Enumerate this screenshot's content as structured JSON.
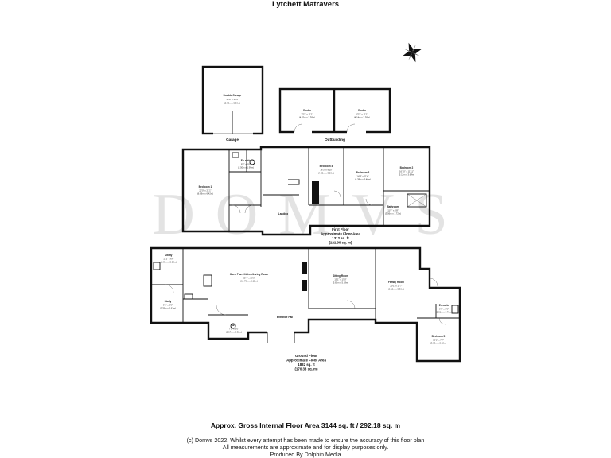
{
  "title": "Lytchett Matravers",
  "watermark": "DOMVS",
  "compass_icon": "compass-icon",
  "first_floor": {
    "label": "First Floor",
    "area_title": "Approximate Floor Area",
    "area_sqft": "1312 sq. ft",
    "area_sqm": "(121.90 sq. m)"
  },
  "ground_floor": {
    "label": "Ground Floor",
    "area_title": "Approximate Floor Area",
    "area_sqft": "1832 sq. ft",
    "area_sqm": "(170.33 sq. m)"
  },
  "buildings": {
    "garage_label": "Garage",
    "outbuilding_label": "Outbuilding"
  },
  "rooms": {
    "double_garage": {
      "name": "Double Garage",
      "dim1": "19'8\" x 19'4\"",
      "dim2": "(5.98m x 5.90m)"
    },
    "studio_1": {
      "name": "Studio",
      "dim1": "13'2\" x 11'1\"",
      "dim2": "(4.02m x 3.38m)"
    },
    "studio_2": {
      "name": "Studio",
      "dim1": "13'7\" x 11'1\"",
      "dim2": "(4.14m x 3.38m)"
    },
    "bedroom_1": {
      "name": "Bedroom 1",
      "dim1": "22'0\" x 21'1\"",
      "dim2": "(6.69m x 6.42m)"
    },
    "en_suite_1": {
      "name": "En-suite",
      "dim1": "8'2\" x 6'6\"",
      "dim2": "(2.50m x 1.99m)"
    },
    "landing": {
      "name": "Landing"
    },
    "bedroom_4": {
      "name": "Bedroom 4",
      "dim1": "16'3\" x 9'10\"",
      "dim2": "(4.95m x 3.00m)"
    },
    "bedroom_3": {
      "name": "Bedroom 3",
      "dim1": "14'4\" x 11'4\"",
      "dim2": "(4.38m x 3.46m)"
    },
    "bedroom_2": {
      "name": "Bedroom 2",
      "dim1": "16'10\" x 11'11\"",
      "dim2": "(5.12m x 3.64m)"
    },
    "bathroom": {
      "name": "Bathroom",
      "dim1": "11'8\" x 5'8\"",
      "dim2": "(3.56m x 1.72m)"
    },
    "utility": {
      "name": "Utility",
      "dim1": "11'2\" x 6'6\"",
      "dim2": "(3.39m x 2.00m)"
    },
    "open_plan": {
      "name": "Open Plan Kitchen/Living Room",
      "dim1": "35'4\" x 20'0\"",
      "dim2": "(10.76m x 6.11m)"
    },
    "sitting_room": {
      "name": "Sitting Room",
      "dim1": "19'1\" x 17'0\"",
      "dim2": "(5.82m x 5.18m)"
    },
    "family_room": {
      "name": "Family Room",
      "dim1": "20'1\" x 17'7\"",
      "dim2": "(6.12m x 5.36m)"
    },
    "study": {
      "name": "Study",
      "dim1": "9'1\" x 8'9\"",
      "dim2": "(2.76m x 2.67m)"
    },
    "wc": {
      "name": "WC",
      "dim1": "7'1\" x 3'0\"",
      "dim2": "(2.17m x 0.92m)"
    },
    "entrance_hall": {
      "name": "Entrance Hall"
    },
    "en_suite_2": {
      "name": "En-suite",
      "dim1": "6'7\" x 5'9\"",
      "dim2": "(2.01m x 1.76m)"
    },
    "bedroom_5": {
      "name": "Bedroom 5",
      "dim1": "10'1\" x 7'7\"",
      "dim2": "(3.08m x 2.32m)"
    }
  },
  "gross_area": "Approx. Gross Internal Floor Area 3144 sq. ft / 292.18 sq. m",
  "footer": {
    "line1": "(c) Domvs 2022. Whilst every attempt has been made to ensure the accuracy of this floor plan",
    "line2": "All measurements are approximate and for display purposes only.",
    "line3": "Produced By Dolphin Media"
  }
}
